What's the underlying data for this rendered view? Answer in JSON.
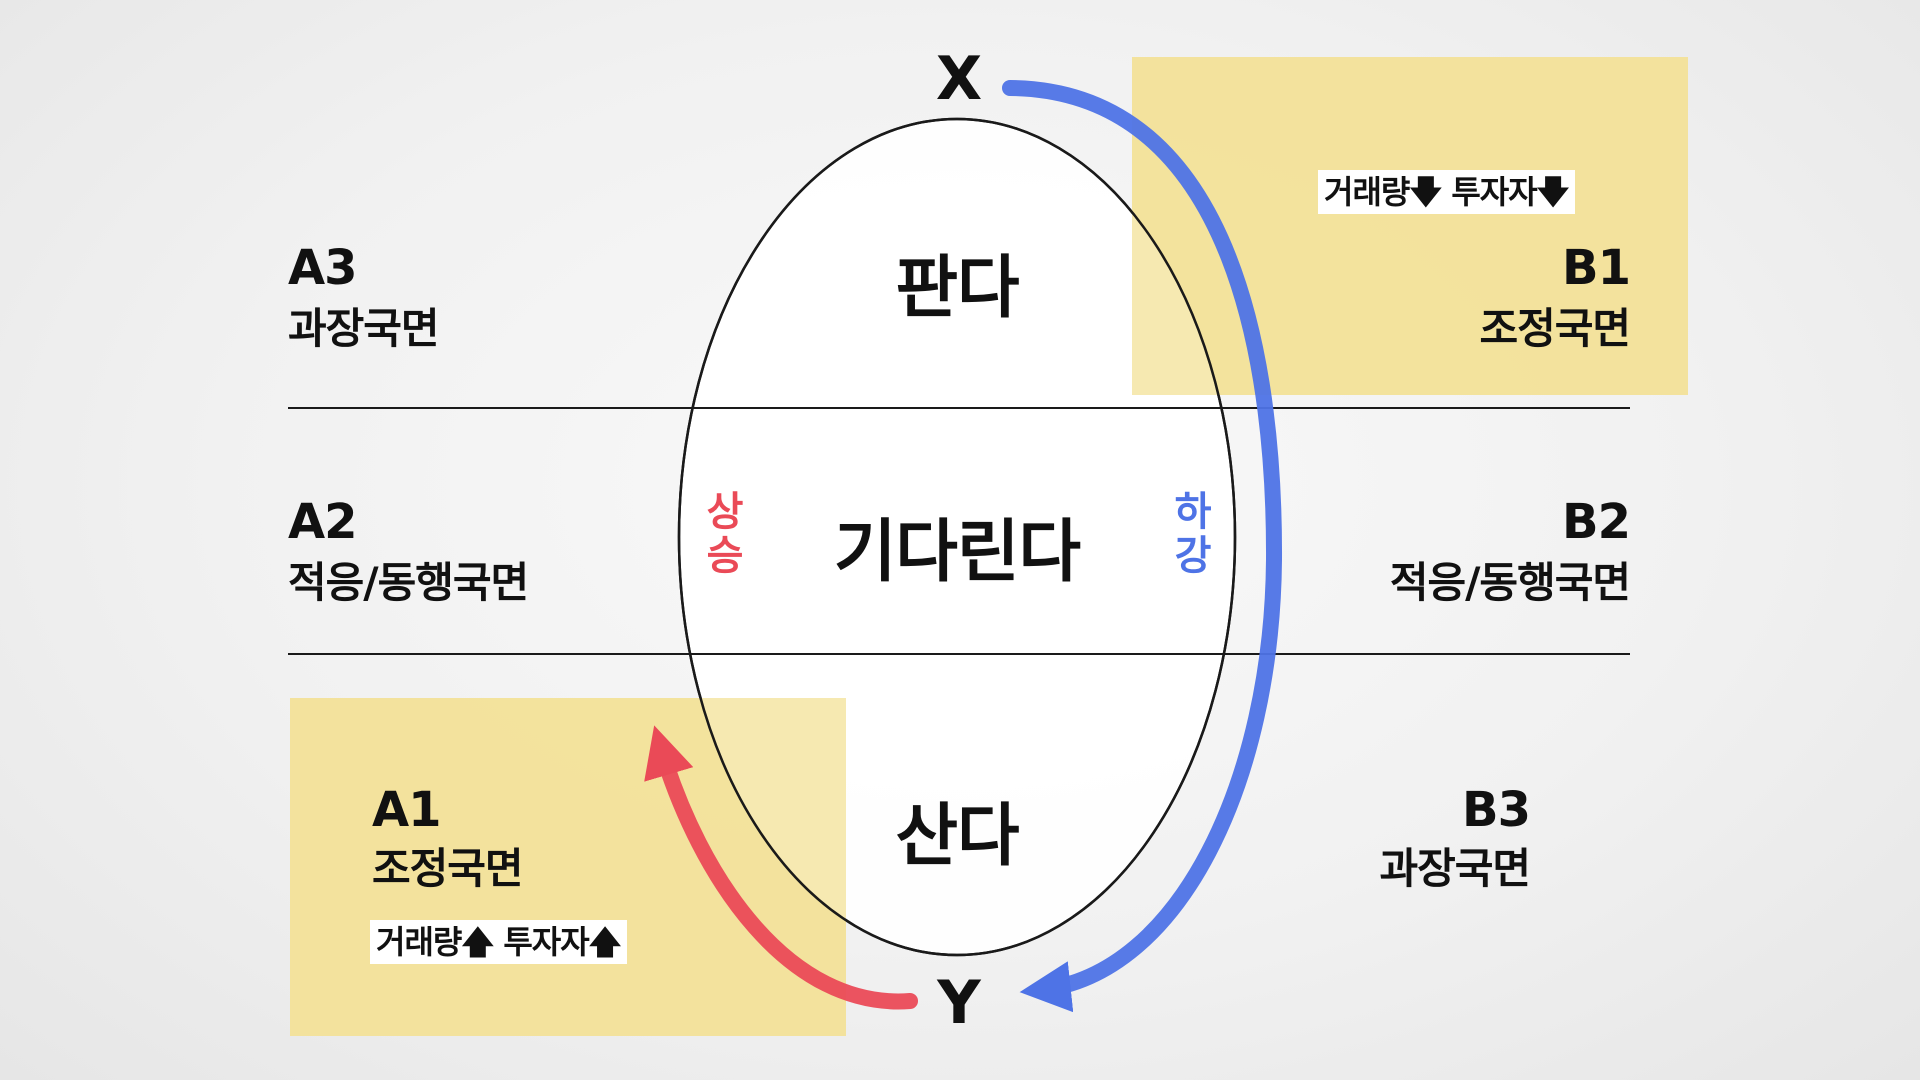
{
  "colors": {
    "highlight": "#f3e29a",
    "rise": "#ea4a57",
    "fall": "#4e73e6",
    "line": "#1a1a1a"
  },
  "axis": {
    "top": "X",
    "bottom": "Y"
  },
  "center": {
    "top": "판다",
    "middle": "기다린다",
    "bottom": "산다"
  },
  "side_labels": {
    "left": "상승",
    "right": "하강"
  },
  "zones": {
    "a3": {
      "code": "A3",
      "phase": "과장국면"
    },
    "a2": {
      "code": "A2",
      "phase": "적응/동행국면"
    },
    "a1": {
      "code": "A1",
      "phase": "조정국면",
      "note": "거래량🡅 투자자🡅"
    },
    "b1": {
      "code": "B1",
      "phase": "조정국면",
      "note": "거래량🡇 투자자🡇"
    },
    "b2": {
      "code": "B2",
      "phase": "적응/동행국면"
    },
    "b3": {
      "code": "B3",
      "phase": "과장국면"
    }
  }
}
